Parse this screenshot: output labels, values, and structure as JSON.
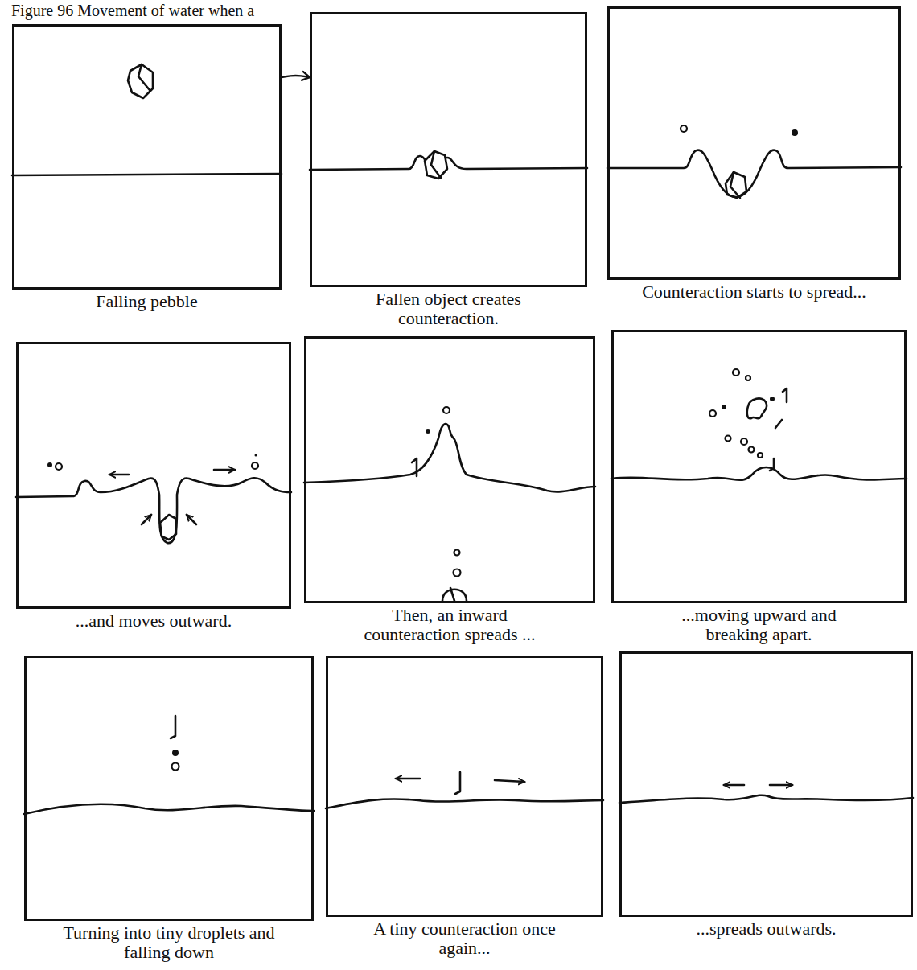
{
  "diagram": {
    "title": "Figure 96 Movement of water when a",
    "nodes": [
      {
        "text": [
          "Falling pebble"
        ]
      },
      {
        "text": [
          "Fallen object creates counteraction."
        ]
      },
      {
        "text": [
          "Counteraction starts to spread..."
        ]
      },
      {
        "text": [
          "...and moves outward."
        ]
      },
      {
        "text": [
          "Then, an inward counteraction spreads ..."
        ]
      },
      {
        "text": [
          "...moving upward and breaking apart."
        ]
      },
      {
        "text": [
          "Turning into tiny droplets and falling down"
        ]
      },
      {
        "text": [
          "A tiny counteraction once again..."
        ]
      },
      {
        "text": [
          "...spreads outwards."
        ]
      }
    ],
    "edges": [
      {
        "from": 0,
        "to": 1,
        "arrow": "to"
      }
    ]
  }
}
